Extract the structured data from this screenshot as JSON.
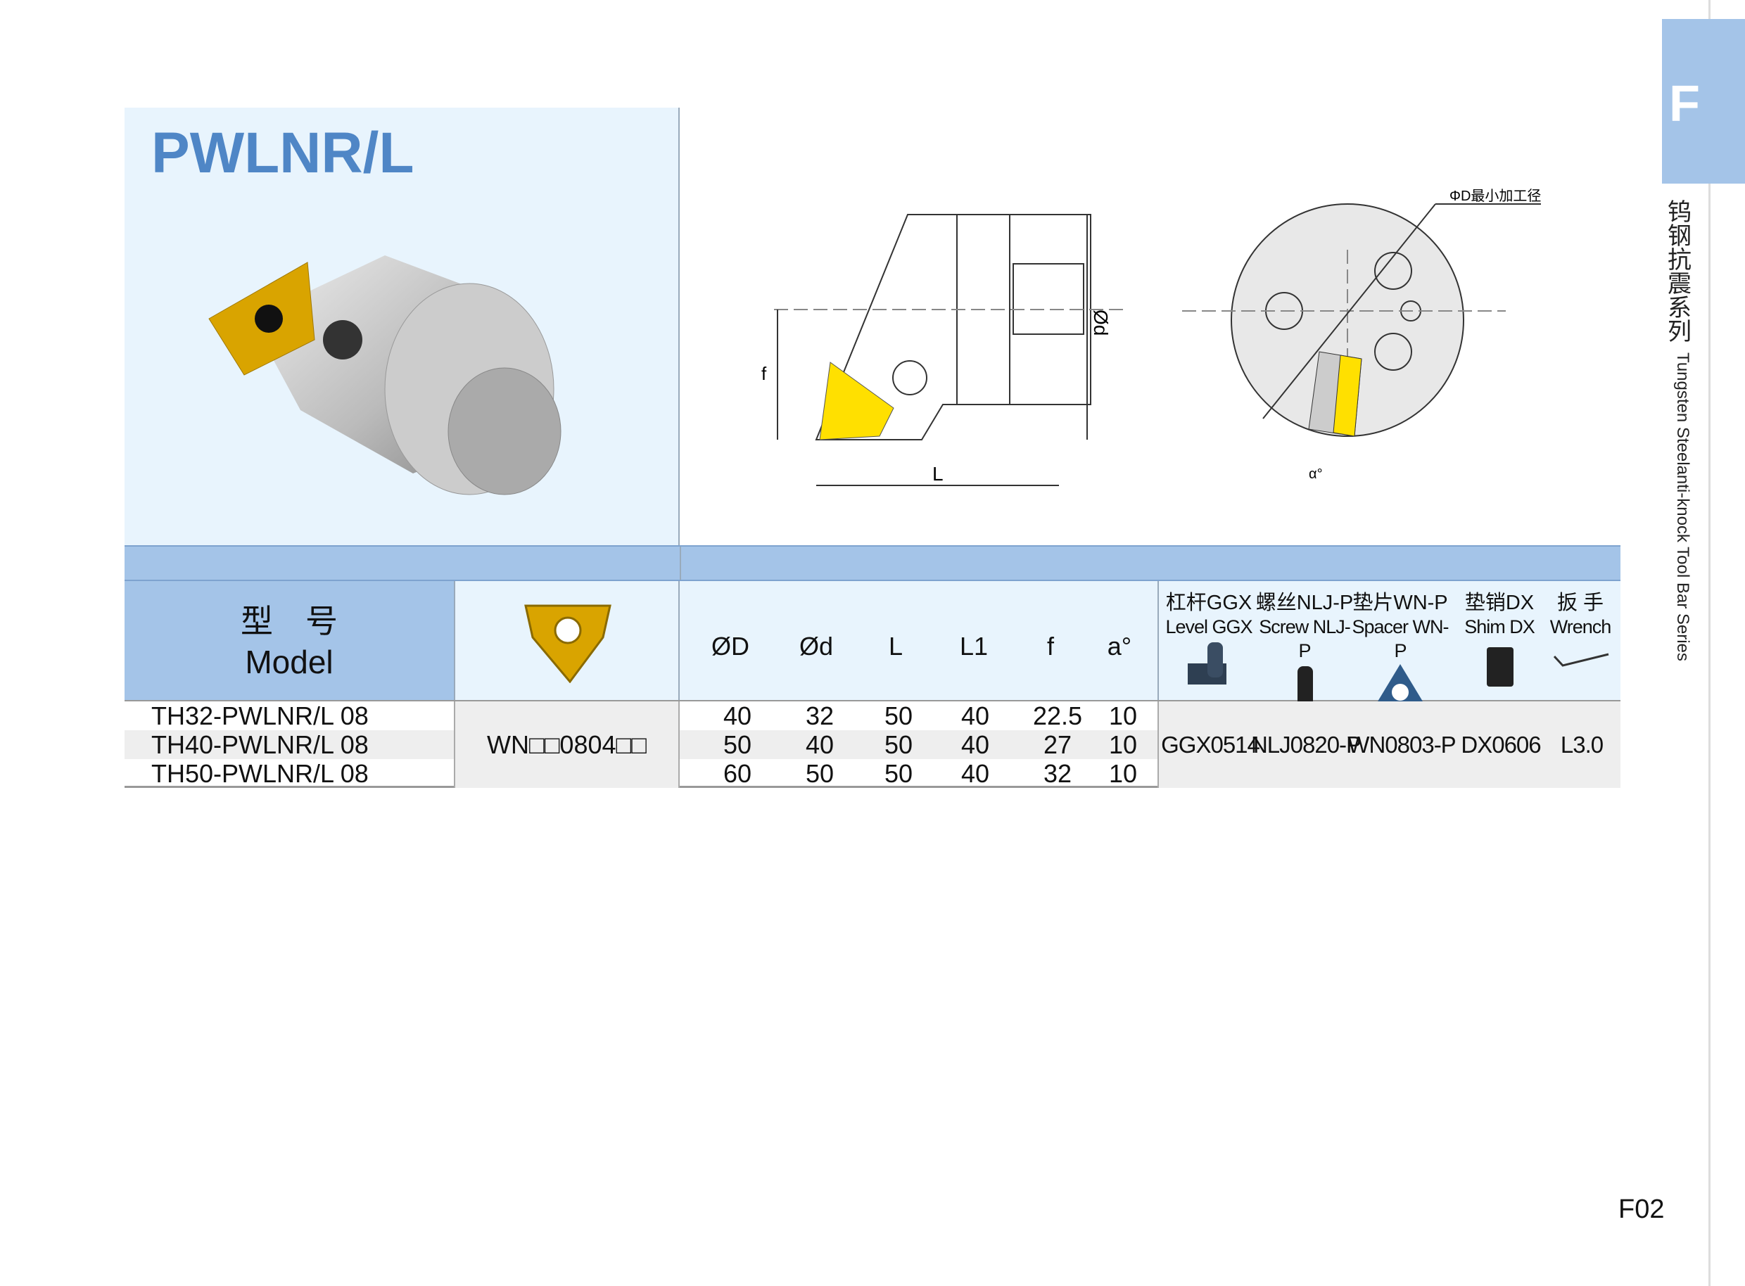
{
  "title": "PWLNR/L",
  "side_tab": {
    "letter": "F",
    "series_cn": "钨钢抗震系列",
    "series_en": "Tungsten Steelanti-knock Tool Bar Series"
  },
  "diagram": {
    "label_f": "f",
    "label_L": "L",
    "label_d": "Ød",
    "label_D_note": "ΦD最小加工径",
    "label_alpha": "α°"
  },
  "table": {
    "model_header_cn": "型　号",
    "model_header_en": "Model",
    "dim_headers": [
      "ØD",
      "Ød",
      "L",
      "L1",
      "f",
      "a°"
    ],
    "parts": [
      {
        "cn": "杠杆GGX",
        "en": "Level GGX",
        "code": "GGX0514",
        "icon": "lever-icon"
      },
      {
        "cn": "螺丝NLJ-P",
        "en": "Screw NLJ-P",
        "code": "NLJ0820-P",
        "icon": "screw-icon"
      },
      {
        "cn": "垫片WN-P",
        "en": "Spacer WN-P",
        "code": "WN0803-P",
        "icon": "spacer-icon"
      },
      {
        "cn": "垫销DX",
        "en": "Shim DX",
        "code": "DX0606",
        "icon": "shim-icon"
      },
      {
        "cn": "扳 手",
        "en": "Wrench",
        "code": "L3.0",
        "icon": "wrench-icon"
      }
    ],
    "insert": "WN□□0804□□",
    "rows": [
      {
        "model": "TH32-PWLNR/L 08",
        "dims": [
          "40",
          "32",
          "50",
          "40",
          "22.5",
          "10"
        ]
      },
      {
        "model": "TH40-PWLNR/L 08",
        "dims": [
          "50",
          "40",
          "50",
          "40",
          "27",
          "10"
        ]
      },
      {
        "model": "TH50-PWLNR/L 08",
        "dims": [
          "60",
          "50",
          "50",
          "40",
          "32",
          "10"
        ]
      }
    ]
  },
  "page_number": "F02"
}
